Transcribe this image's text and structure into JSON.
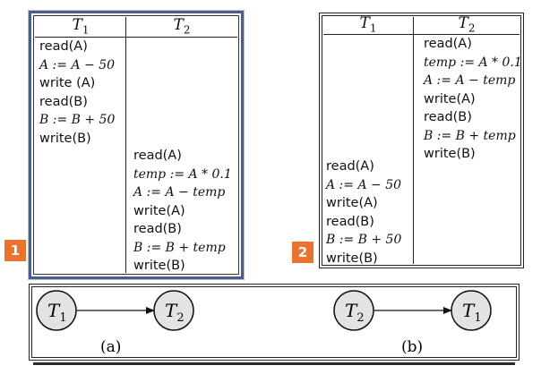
{
  "schedule1": {
    "badge": "1",
    "header": [
      {
        "letter": "T",
        "sub": "1"
      },
      {
        "letter": "T",
        "sub": "2"
      }
    ],
    "t1_ops": [
      "read(A)",
      "A := A − 50",
      "write (A)",
      "read(B)",
      "B := B + 50",
      "write(B)"
    ],
    "t2_ops": [
      "read(A)",
      "temp := A * 0.1",
      "A := A − temp",
      "write(A)",
      "read(B)",
      "B := B + temp",
      "write(B)"
    ]
  },
  "schedule2": {
    "badge": "2",
    "header": [
      {
        "letter": "T",
        "sub": "1"
      },
      {
        "letter": "T",
        "sub": "2"
      }
    ],
    "t2_ops": [
      "read(A)",
      "temp := A * 0.1",
      "A := A − temp",
      "write(A)",
      "read(B)",
      "B := B + temp",
      "write(B)"
    ],
    "t1_ops": [
      "read(A)",
      "A := A − 50",
      "write(A)",
      "read(B)",
      "B := B + 50",
      "write(B)"
    ]
  },
  "graphs": [
    {
      "caption": "(a)",
      "from": {
        "letter": "T",
        "sub": "1"
      },
      "to": {
        "letter": "T",
        "sub": "2"
      }
    },
    {
      "caption": "(b)",
      "from": {
        "letter": "T",
        "sub": "2"
      },
      "to": {
        "letter": "T",
        "sub": "1"
      }
    }
  ],
  "colors": {
    "badge": "#e8742f",
    "node_fill": "#e3e3e3",
    "frame_accent": "#4b5d8a"
  }
}
